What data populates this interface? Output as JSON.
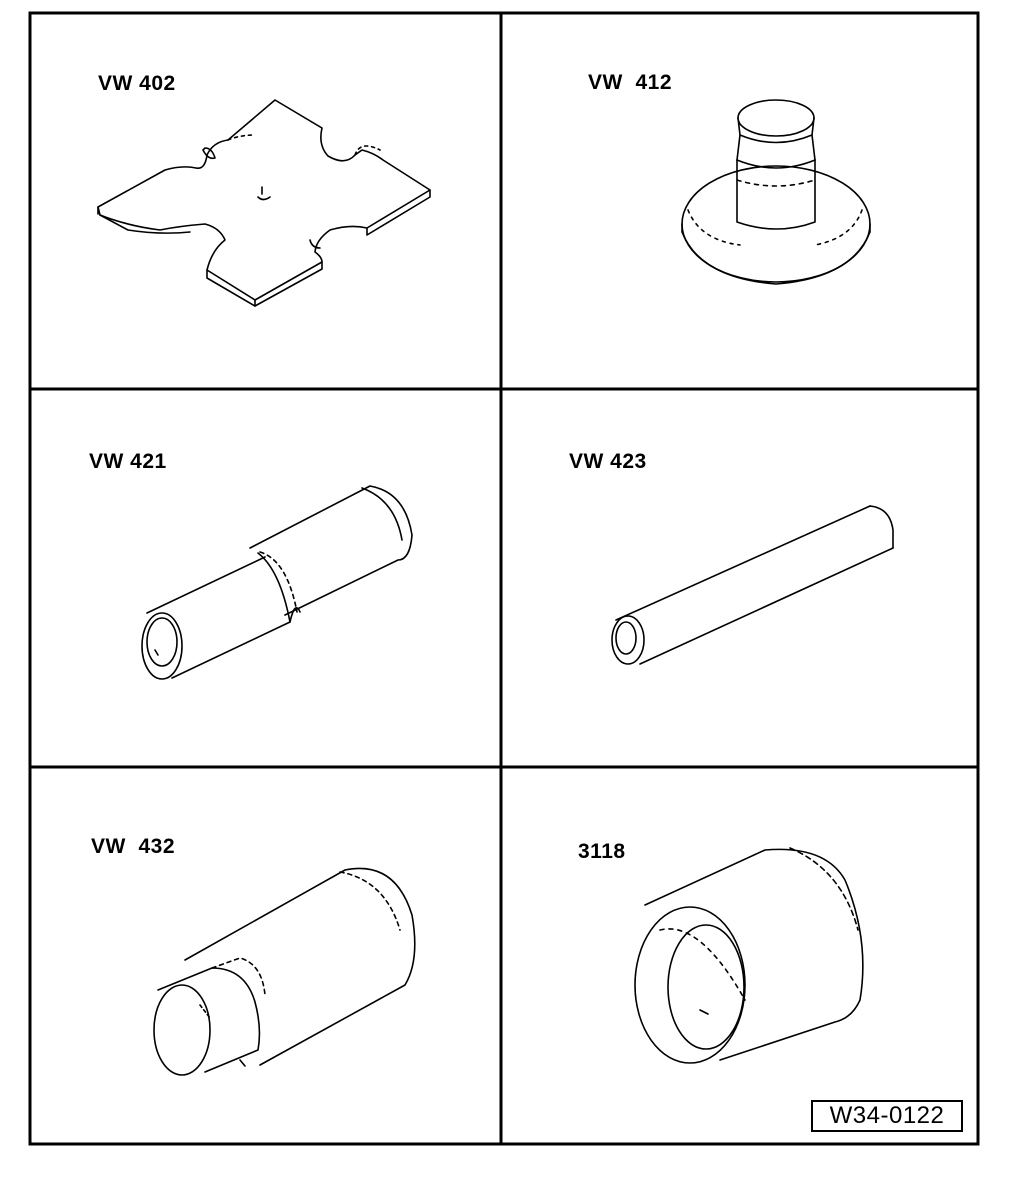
{
  "panels": [
    {
      "label": "VW 402",
      "icon": "flat-cross-plate-tool-icon"
    },
    {
      "label": "VW  412",
      "icon": "stepped-mandrel-on-base-icon"
    },
    {
      "label": "VW 421",
      "icon": "stepped-drift-tool-icon"
    },
    {
      "label": "VW 423",
      "icon": "long-tube-drift-icon"
    },
    {
      "label": "VW  432",
      "icon": "stepped-sleeve-drift-icon"
    },
    {
      "label": "3118",
      "icon": "thrust-cup-sleeve-icon"
    }
  ],
  "reference": "W34-0122"
}
